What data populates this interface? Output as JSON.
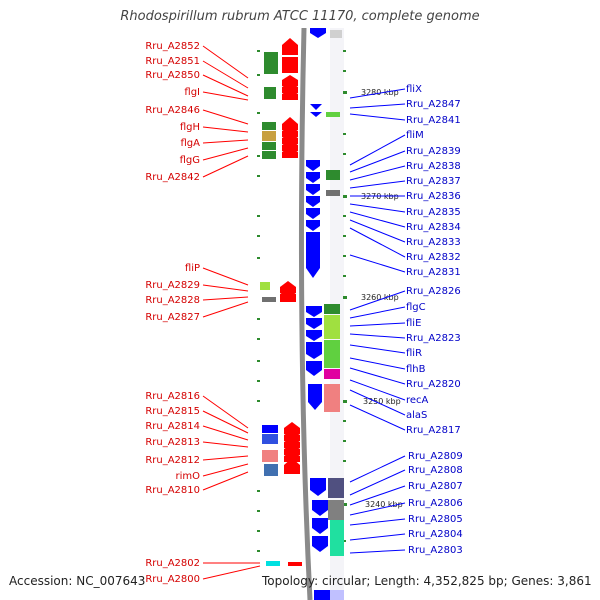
{
  "title": "Rhodospirillum rubrum ATCC 11170, complete genome",
  "footer": {
    "accession": "Accession: NC_007643",
    "topology": "Topology: circular; Length: 4,352,825 bp; Genes: 3,861"
  },
  "scale_ticks": [
    "3280 kbp",
    "3270 kbp",
    "3260 kbp",
    "3250 kbp",
    "3240 kbp"
  ],
  "left_genes": [
    "Rru_A2852",
    "Rru_A2851",
    "Rru_A2850",
    "flgI",
    "Rru_A2846",
    "flgH",
    "flgA",
    "flgG",
    "Rru_A2842",
    "fliP",
    "Rru_A2829",
    "Rru_A2828",
    "Rru_A2827",
    "Rru_A2816",
    "Rru_A2815",
    "Rru_A2814",
    "Rru_A2813",
    "Rru_A2812",
    "rimO",
    "Rru_A2810",
    "Rru_A2802",
    "Rru_A2800"
  ],
  "right_genes": [
    "fliX",
    "Rru_A2847",
    "Rru_A2841",
    "fliM",
    "Rru_A2839",
    "Rru_A2838",
    "Rru_A2837",
    "Rru_A2836",
    "Rru_A2835",
    "Rru_A2834",
    "Rru_A2833",
    "Rru_A2832",
    "Rru_A2831",
    "Rru_A2826",
    "flgC",
    "fliE",
    "Rru_A2823",
    "fliR",
    "flhB",
    "Rru_A2820",
    "recA",
    "alaS",
    "Rru_A2817",
    "Rru_A2809",
    "Rru_A2808",
    "Rru_A2807",
    "Rru_A2806",
    "Rru_A2805",
    "Rru_A2804",
    "Rru_A2803"
  ],
  "colors": {
    "forward_strand": "#ff0000",
    "reverse_strand": "#0000ff",
    "backbone": "#8a8a8a",
    "left_label": "#d40000",
    "right_label": "#0000c8",
    "cog_green": "#2e8b2e"
  }
}
